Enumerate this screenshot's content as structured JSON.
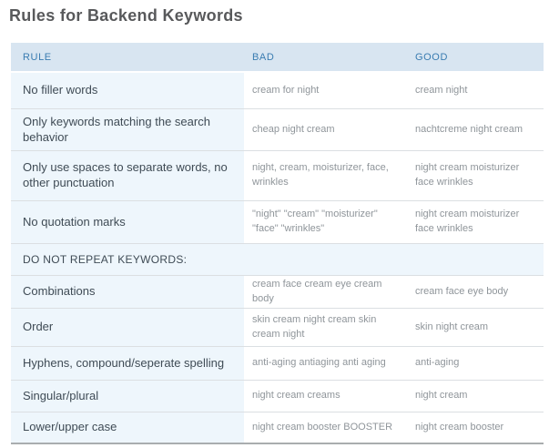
{
  "title": "Rules for Backend Keywords",
  "table": {
    "headers": [
      "RULE",
      "BAD",
      "GOOD"
    ],
    "rows": [
      {
        "rule": "No filler words",
        "bad": "cream for night",
        "good": "cream night"
      },
      {
        "rule": "Only keywords matching the search behavior",
        "bad": "cheap night cream",
        "good": "nachtcreme night cream"
      },
      {
        "rule": "Only use spaces to separate words, no other punctuation",
        "bad": "night, cream, moisturizer, face, wrinkles",
        "good": "night cream moisturizer face wrinkles"
      },
      {
        "rule": "No quotation marks",
        "bad": "\"night\" \"cream\" \"moisturizer\" \"face\" \"wrinkles\"",
        "good": "night cream moisturizer face wrinkles"
      }
    ],
    "section_label": "DO NOT REPEAT KEYWORDS:",
    "repeat_rows": [
      {
        "rule": "Combinations",
        "bad": "cream face cream eye cream body",
        "good": "cream face eye body"
      },
      {
        "rule": "Order",
        "bad": "skin cream night cream skin cream night",
        "good": "skin night cream"
      },
      {
        "rule": "Hyphens, compound/seperate spelling",
        "bad": "anti-aging antiaging anti aging",
        "good": "anti-aging"
      },
      {
        "rule": "Singular/plural",
        "bad": "night cream creams",
        "good": "night cream"
      },
      {
        "rule": "Lower/upper case",
        "bad": "night cream booster BOOSTER",
        "good": "night cream booster"
      }
    ]
  },
  "colors": {
    "header_bg": "#d8e5f1",
    "header_text": "#3a7cb1",
    "rule_column_bg": "#eef6fc",
    "rule_text": "#3f4b55",
    "example_text": "#8f959a",
    "row_border": "#dbdfe2",
    "table_bottom_border": "#a9adaf",
    "title_text": "#58595b"
  }
}
